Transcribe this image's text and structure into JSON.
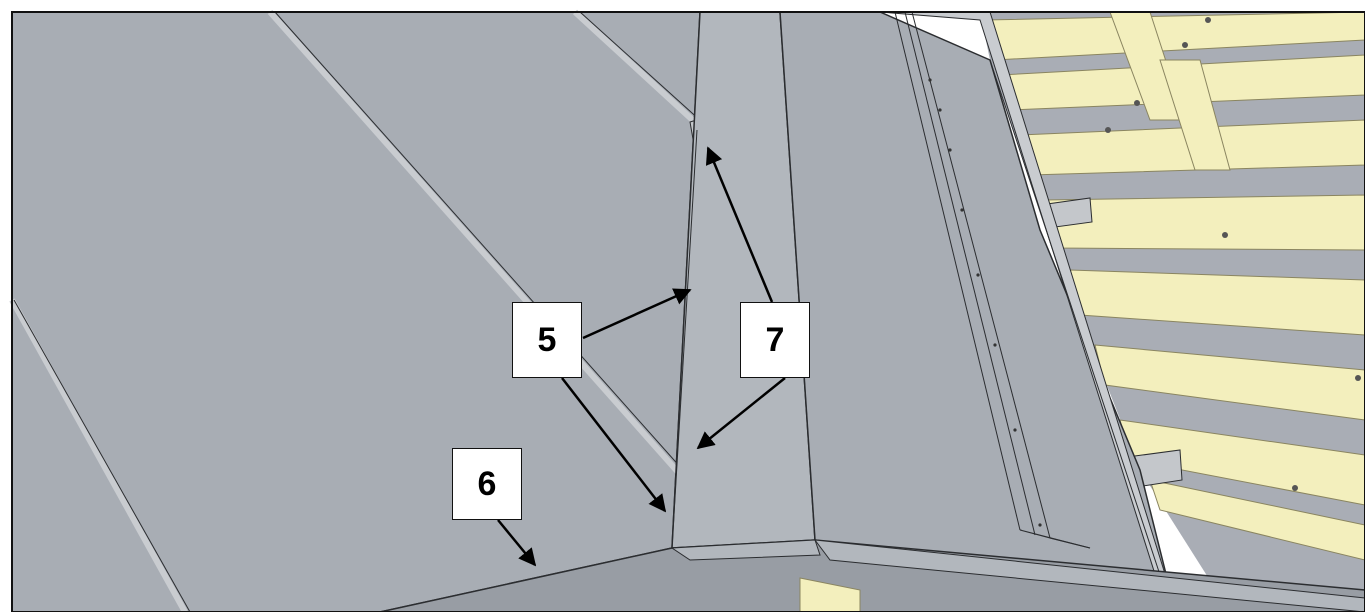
{
  "diagram": {
    "colors": {
      "panel": "#a8adb4",
      "panel_light": "#b2b7bd",
      "panel_dark": "#989da4",
      "seam": "#c9ccd0",
      "edge": "#2b2d30",
      "batten": "#f3efbd",
      "underlay": "#a9adb5",
      "clip": "#c4c7cb",
      "arrow": "#000000"
    },
    "callouts": [
      {
        "id": "callout-5",
        "label": "5"
      },
      {
        "id": "callout-6",
        "label": "6"
      },
      {
        "id": "callout-7",
        "label": "7"
      }
    ]
  }
}
